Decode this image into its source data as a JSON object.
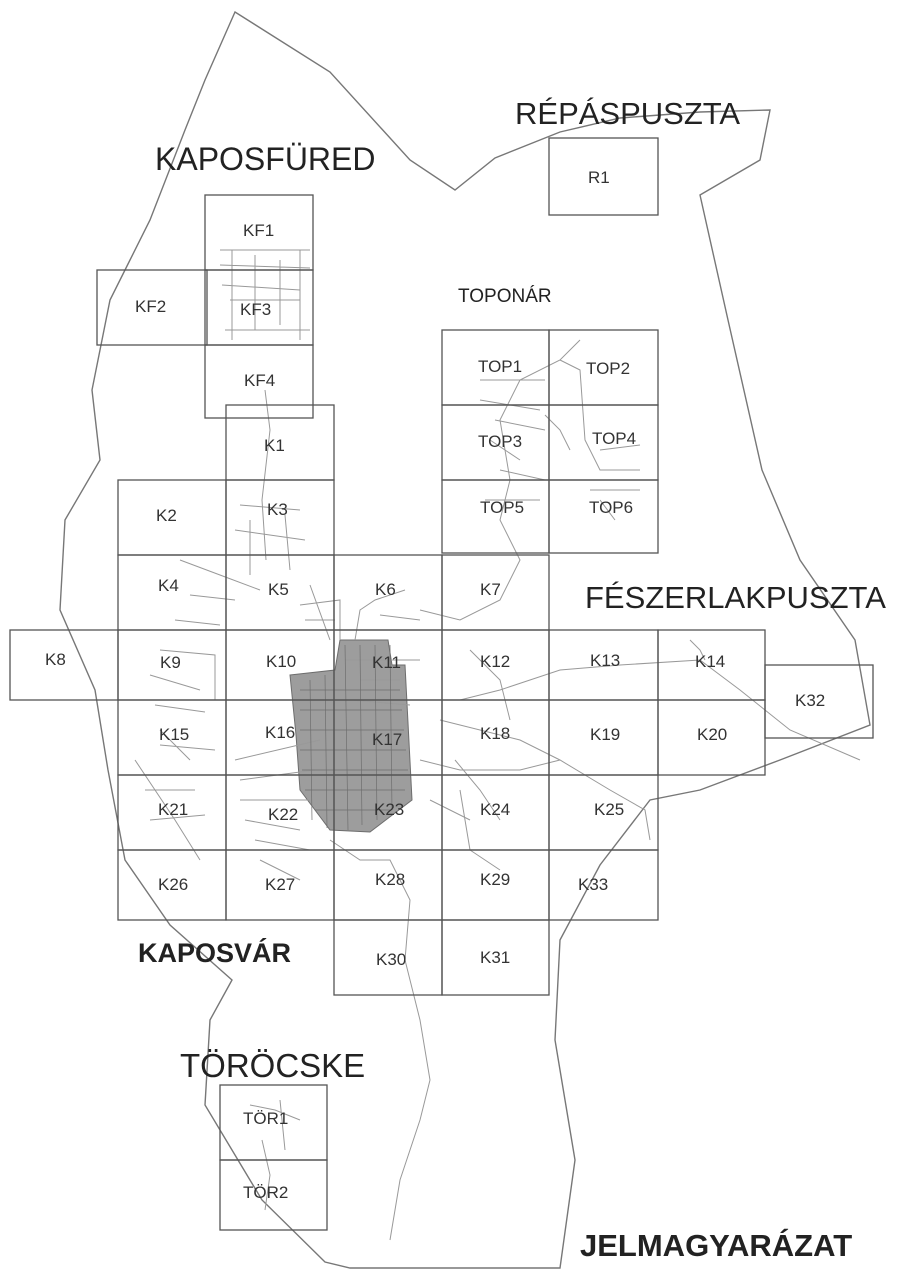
{
  "map": {
    "districts": [
      {
        "id": "kaposfured",
        "label": "KAPOSFÜRED"
      },
      {
        "id": "repaspuszta",
        "label": "RÉPÁSPUSZTA"
      },
      {
        "id": "toponar",
        "label": "TOPONÁR"
      },
      {
        "id": "feszerlakpuszta",
        "label": "FÉSZERLAKPUSZTA"
      },
      {
        "id": "kaposvar",
        "label": "KAPOSVÁR"
      },
      {
        "id": "torocske",
        "label": "TÖRÖCSKE"
      }
    ],
    "legend_title": "JELMAGYARÁZAT",
    "tiles": [
      {
        "id": "R1",
        "label": "R1"
      },
      {
        "id": "KF1",
        "label": "KF1"
      },
      {
        "id": "KF2",
        "label": "KF2"
      },
      {
        "id": "KF3",
        "label": "KF3"
      },
      {
        "id": "KF4",
        "label": "KF4"
      },
      {
        "id": "TOP1",
        "label": "TOP1"
      },
      {
        "id": "TOP2",
        "label": "TOP2"
      },
      {
        "id": "TOP3",
        "label": "TOP3"
      },
      {
        "id": "TOP4",
        "label": "TOP4"
      },
      {
        "id": "TOP5",
        "label": "TOP5"
      },
      {
        "id": "TOP6",
        "label": "TOP6"
      },
      {
        "id": "K1",
        "label": "K1"
      },
      {
        "id": "K2",
        "label": "K2"
      },
      {
        "id": "K3",
        "label": "K3"
      },
      {
        "id": "K4",
        "label": "K4"
      },
      {
        "id": "K5",
        "label": "K5"
      },
      {
        "id": "K6",
        "label": "K6"
      },
      {
        "id": "K7",
        "label": "K7"
      },
      {
        "id": "K8",
        "label": "K8"
      },
      {
        "id": "K9",
        "label": "K9"
      },
      {
        "id": "K10",
        "label": "K10"
      },
      {
        "id": "K11",
        "label": "K11"
      },
      {
        "id": "K12",
        "label": "K12"
      },
      {
        "id": "K13",
        "label": "K13"
      },
      {
        "id": "K14",
        "label": "K14"
      },
      {
        "id": "K32",
        "label": "K32"
      },
      {
        "id": "K15",
        "label": "K15"
      },
      {
        "id": "K16",
        "label": "K16"
      },
      {
        "id": "K17",
        "label": "K17"
      },
      {
        "id": "K18",
        "label": "K18"
      },
      {
        "id": "K19",
        "label": "K19"
      },
      {
        "id": "K20",
        "label": "K20"
      },
      {
        "id": "K21",
        "label": "K21"
      },
      {
        "id": "K22",
        "label": "K22"
      },
      {
        "id": "K23",
        "label": "K23"
      },
      {
        "id": "K24",
        "label": "K24"
      },
      {
        "id": "K25",
        "label": "K25"
      },
      {
        "id": "K26",
        "label": "K26"
      },
      {
        "id": "K27",
        "label": "K27"
      },
      {
        "id": "K28",
        "label": "K28"
      },
      {
        "id": "K29",
        "label": "K29"
      },
      {
        "id": "K33",
        "label": "K33"
      },
      {
        "id": "K30",
        "label": "K30"
      },
      {
        "id": "K31",
        "label": "K31"
      },
      {
        "id": "TOR1",
        "label": "TÖR1"
      },
      {
        "id": "TOR2",
        "label": "TÖR2"
      }
    ],
    "colors": {
      "background": "#ffffff",
      "tile_border": "#555555",
      "boundary": "#777777",
      "streets": "#999999",
      "downtown_fill": "#8c8c8c"
    }
  }
}
